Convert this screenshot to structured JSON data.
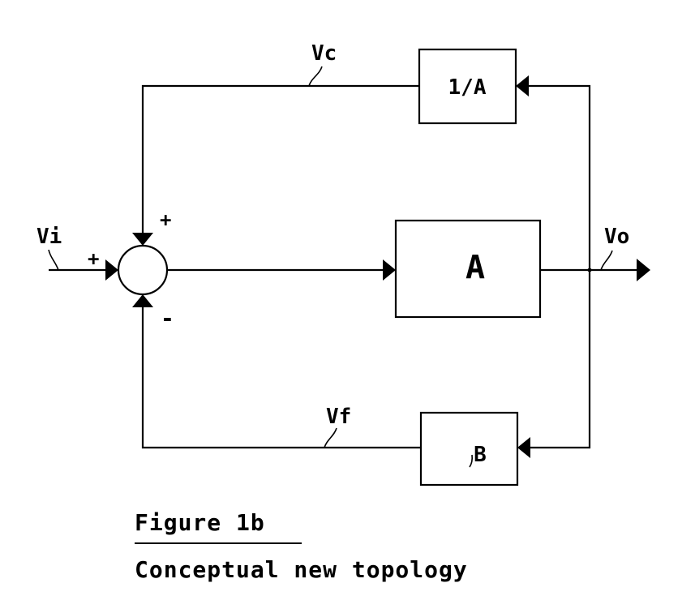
{
  "signals": {
    "vi": "Vi",
    "vc": "Vc",
    "vo": "Vo",
    "vf": "Vf"
  },
  "blocks": {
    "inverse_gain": "1/A",
    "forward_gain": "A",
    "feedback": "B"
  },
  "summing_signs": {
    "input": "+",
    "top": "+",
    "bottom": "-"
  },
  "caption": {
    "figure": "Figure 1b",
    "description": "Conceptual new topology"
  }
}
